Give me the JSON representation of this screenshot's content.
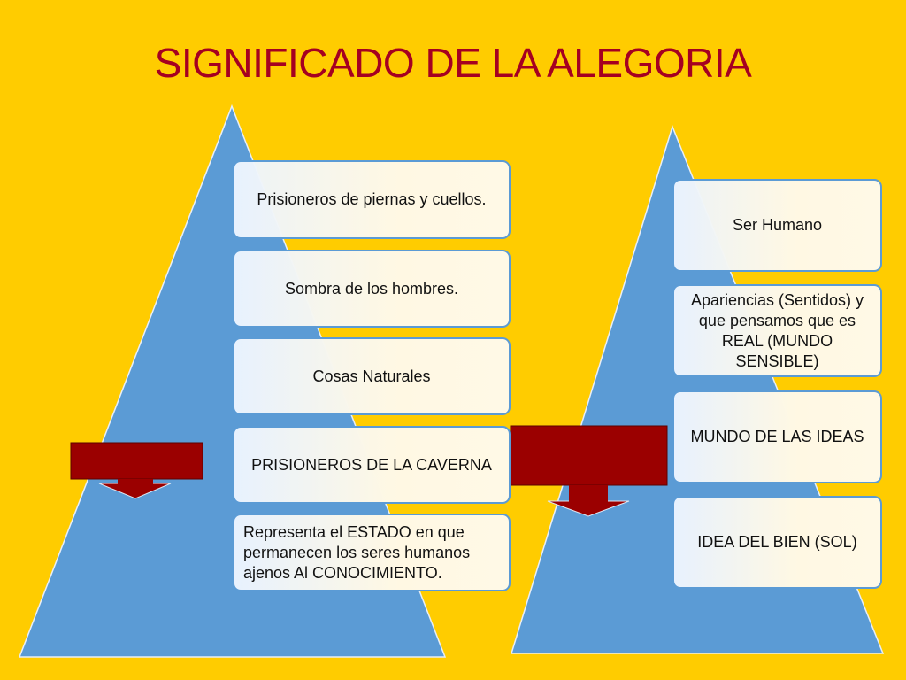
{
  "title": "SIGNIFICADO DE LA ALEGORIA",
  "colors": {
    "background": "#FFCC00",
    "title": "#A50021",
    "triangle": "#5B9BD5",
    "arrow": "#9B0000",
    "box_border": "#5B9BD5",
    "box_fill": "#FFF9E6"
  },
  "left_pyramid": {
    "items": [
      "Prisioneros de piernas y cuellos.",
      "Sombra de los hombres.",
      "Cosas Naturales",
      "PRISIONEROS DE LA CAVERNA",
      "Representa el ESTADO en que permanecen los seres humanos ajenos Al CONOCIMIENTO."
    ]
  },
  "right_pyramid": {
    "items": [
      "Ser Humano",
      "Apariencias (Sentidos) y que pensamos que es REAL (MUNDO SENSIBLE)",
      "MUNDO DE LAS IDEAS",
      "IDEA DEL BIEN (SOL)"
    ]
  }
}
